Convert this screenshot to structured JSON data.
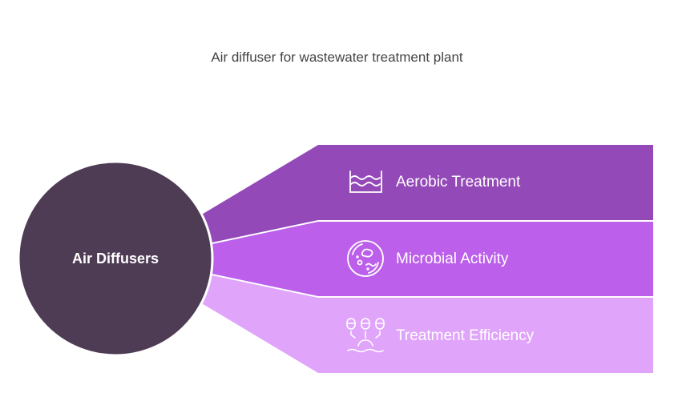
{
  "title": "Air diffuser for wastewater treatment plant",
  "center": {
    "label": "Air Diffusers",
    "color": "#4E3C55"
  },
  "branches": [
    {
      "label": "Aerobic Treatment",
      "icon": "water-tank-icon",
      "color": "#9449B8"
    },
    {
      "label": "Microbial Activity",
      "icon": "petri-dish-icon",
      "color": "#BC5FEA"
    },
    {
      "label": "Treatment Efficiency",
      "icon": "filtration-icon",
      "color": "#E0A4FB"
    }
  ]
}
